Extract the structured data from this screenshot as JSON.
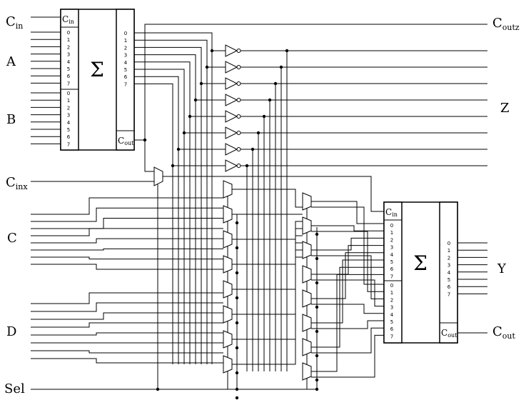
{
  "adder_top": {
    "cin_port": {
      "main": "C",
      "sub": "in"
    },
    "cout_port": {
      "main": "C",
      "sub": "out"
    },
    "symbol": "Σ",
    "in_bits": [
      "0",
      "1",
      "2",
      "3",
      "4",
      "5",
      "6",
      "7"
    ],
    "out_bits": [
      "0",
      "1",
      "2",
      "3",
      "4",
      "5",
      "6",
      "7"
    ]
  },
  "adder_bottom": {
    "cin_port": {
      "main": "C",
      "sub": "in"
    },
    "cout_port": {
      "main": "C",
      "sub": "out"
    },
    "symbol": "Σ",
    "in_bits": [
      "0",
      "1",
      "2",
      "3",
      "4",
      "5",
      "6",
      "7"
    ],
    "out_bits": [
      "0",
      "1",
      "2",
      "3",
      "4",
      "5",
      "6",
      "7"
    ]
  },
  "inputs": {
    "cin": {
      "main": "C",
      "sub": "in"
    },
    "a": "A",
    "b": "B",
    "cinx": {
      "main": "C",
      "sub": "inx"
    },
    "c": "C",
    "d": "D",
    "sel": "Sel"
  },
  "outputs": {
    "coutz": {
      "main": "C",
      "sub": "outz"
    },
    "z": "Z",
    "y": "Y",
    "cout": {
      "main": "C",
      "sub": "out"
    }
  }
}
